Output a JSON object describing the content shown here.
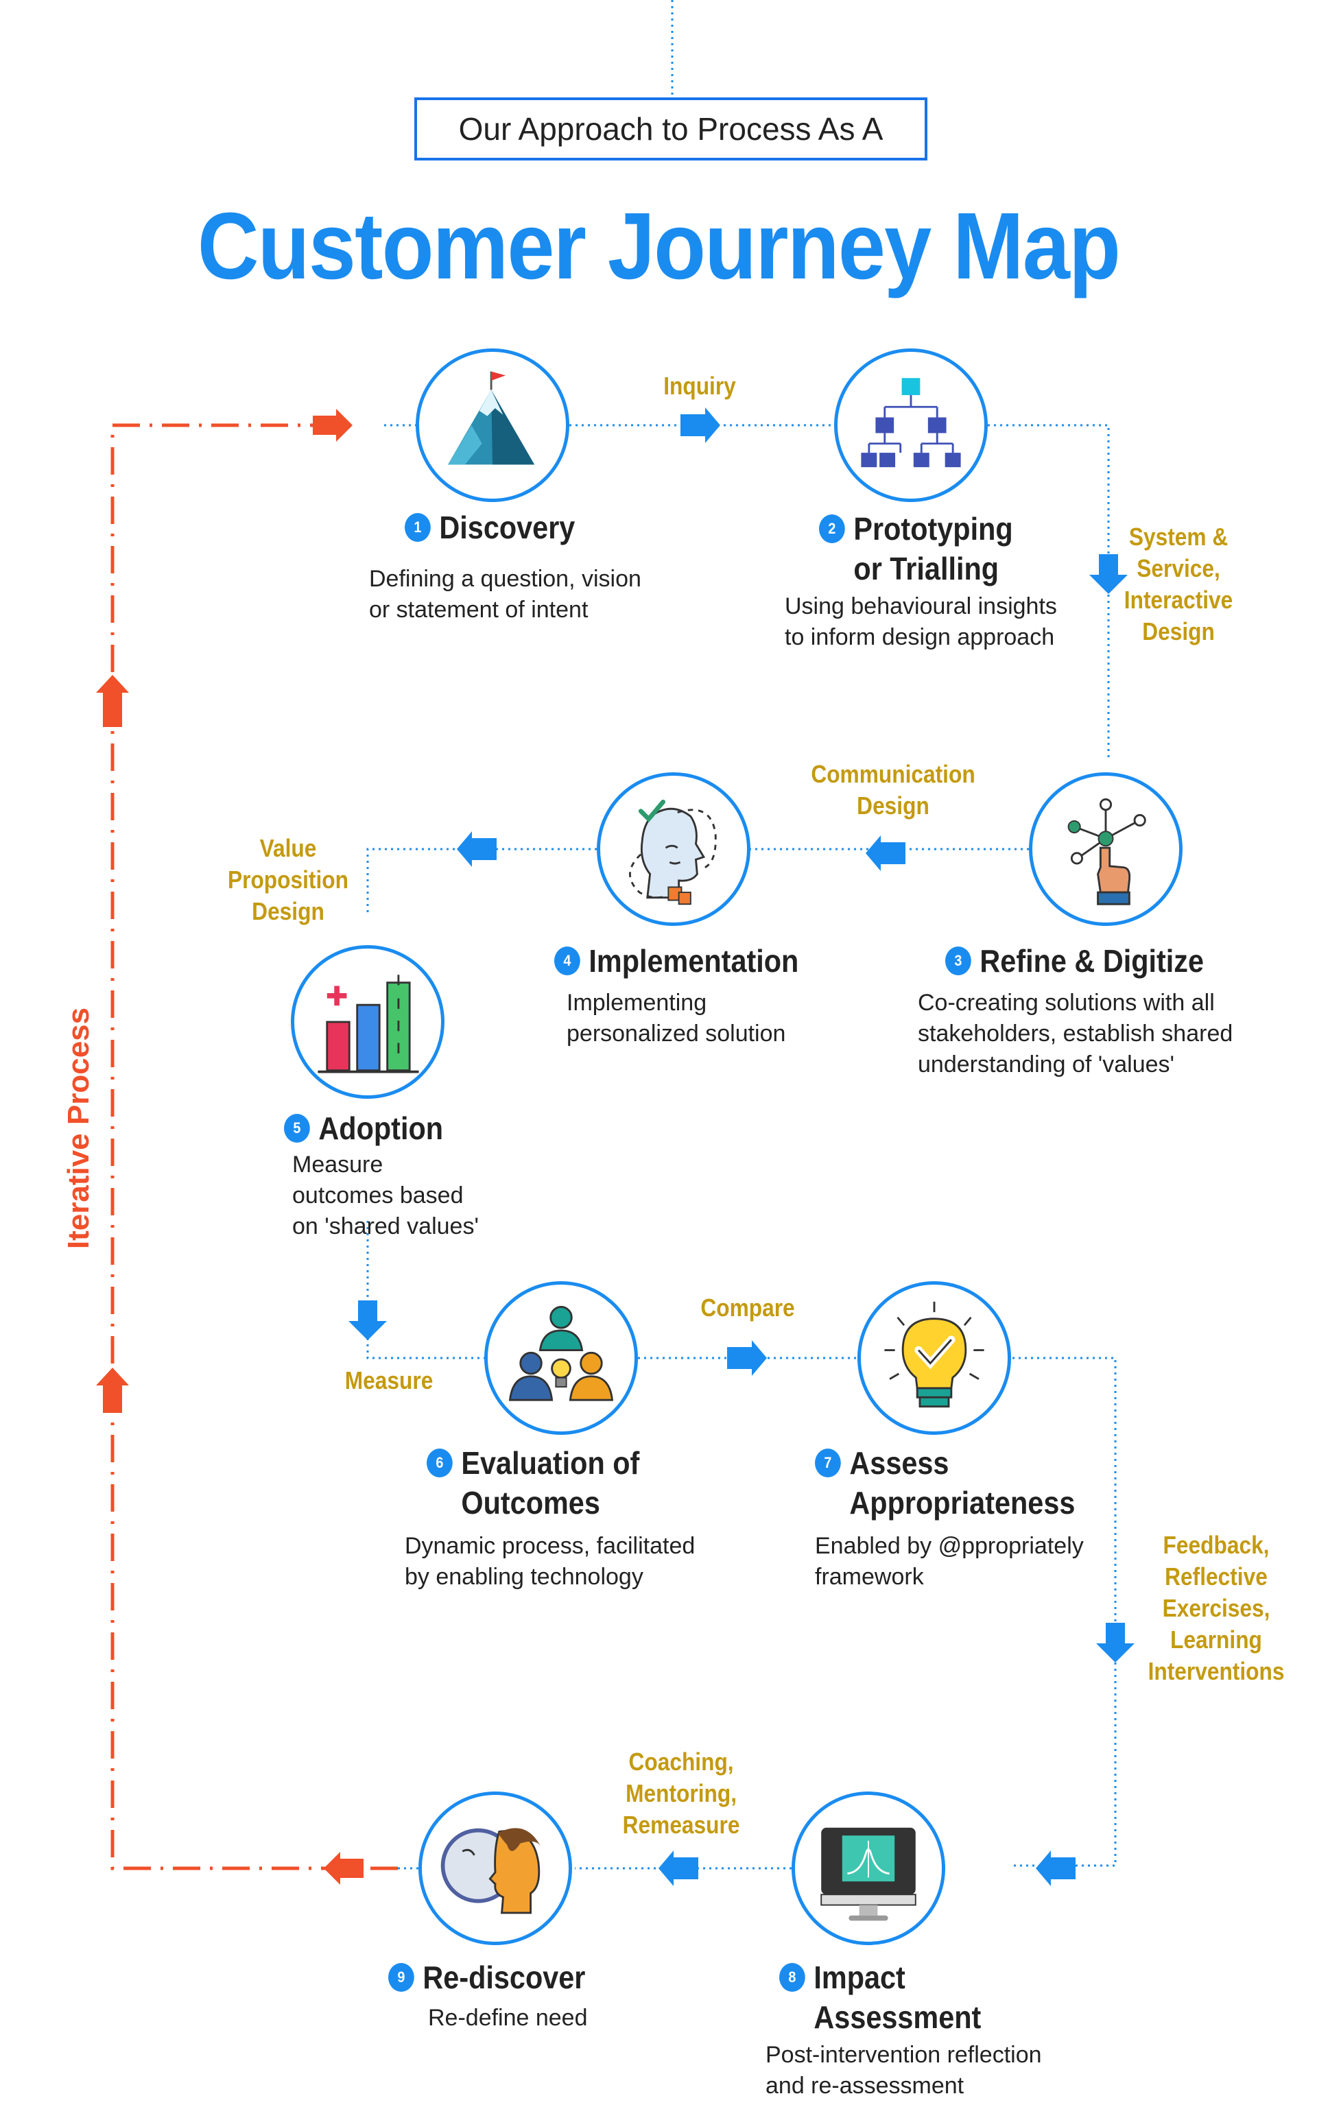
{
  "header": {
    "subtitle": "Our Approach to Process As A",
    "title": "Customer Journey Map"
  },
  "loop_label": "Iterative Process",
  "colors": {
    "primary_blue": "#1a8cf0",
    "connector_gold": "#c49a10",
    "loop_red": "#f0502a",
    "text_dark": "#222222"
  },
  "steps": [
    {
      "number": "1",
      "title": "Discovery",
      "description": [
        "Defining a question, vision",
        "or statement of intent"
      ],
      "icon": "mountain-flag-icon"
    },
    {
      "number": "2",
      "title": [
        "Prototyping",
        "or Trialling"
      ],
      "description": [
        "Using behavioural insights",
        "to inform design approach"
      ],
      "icon": "org-chart-icon"
    },
    {
      "number": "3",
      "title": "Refine & Digitize",
      "description": [
        "Co-creating solutions with all",
        "stakeholders, establish shared",
        "understanding of 'values'"
      ],
      "icon": "hand-network-icon"
    },
    {
      "number": "4",
      "title": "Implementation",
      "description": [
        "Implementing",
        "personalized solution"
      ],
      "icon": "head-puzzle-icon"
    },
    {
      "number": "5",
      "title": "Adoption",
      "description": [
        "Measure",
        "outcomes based",
        "on 'shared values'"
      ],
      "icon": "bar-chart-icon"
    },
    {
      "number": "6",
      "title": [
        "Evaluation of",
        "Outcomes"
      ],
      "description": [
        "Dynamic process, facilitated",
        "by enabling technology"
      ],
      "icon": "people-idea-icon"
    },
    {
      "number": "7",
      "title": [
        "Assess",
        "Appropriateness"
      ],
      "description": [
        "Enabled by @ppropriately",
        "framework"
      ],
      "icon": "lightbulb-check-icon"
    },
    {
      "number": "8",
      "title": [
        "Impact",
        "Assessment"
      ],
      "description": [
        "Post-intervention reflection",
        "and re-assessment"
      ],
      "icon": "monitor-graph-icon"
    },
    {
      "number": "9",
      "title": "Re-discover",
      "description": [
        "Re-define need"
      ],
      "icon": "two-faces-icon"
    }
  ],
  "connectors": {
    "inquiry": "Inquiry",
    "system_service": [
      "System &",
      "Service,",
      "Interactive",
      "Design"
    ],
    "communication": [
      "Communication",
      "Design"
    ],
    "value_proposition": [
      "Value",
      "Proposition",
      "Design"
    ],
    "measure": "Measure",
    "compare": "Compare",
    "feedback": [
      "Feedback,",
      "Reflective",
      "Exercises,",
      "Learning",
      "Interventions"
    ],
    "coaching": [
      "Coaching,",
      "Mentoring,",
      "Remeasure"
    ]
  }
}
